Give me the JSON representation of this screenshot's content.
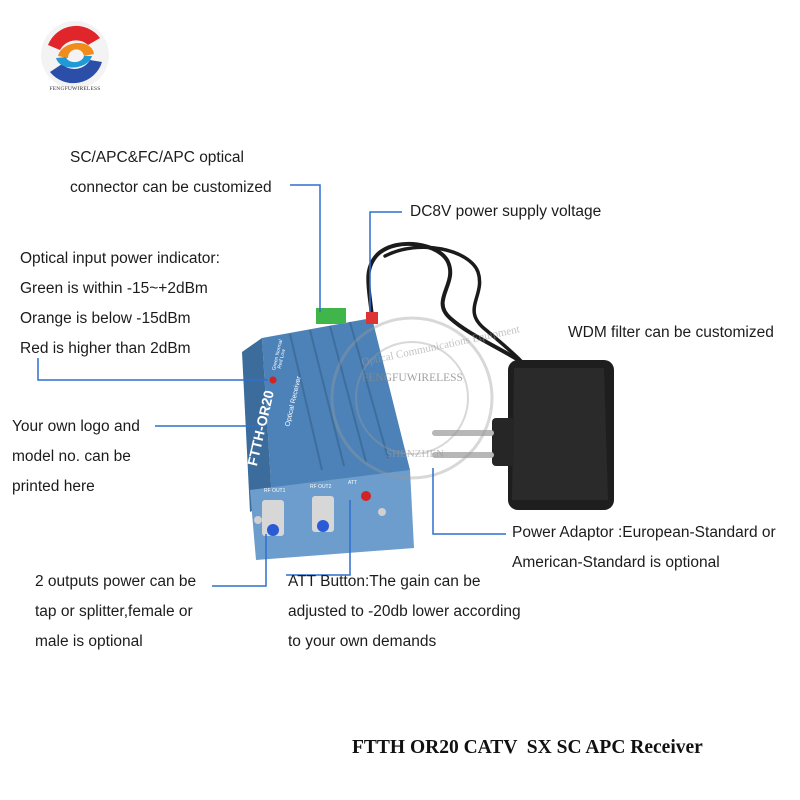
{
  "brand": {
    "logo_text": "FENGFUWIRELESS"
  },
  "watermark": {
    "center_text": "FENGFUWIRELESS",
    "ring_text": "Optical Communications Equipment",
    "bottom_text": "SHENZHEN"
  },
  "device": {
    "model_label": "FTTH-OR20",
    "sub_label": "Optical Receiver",
    "indicator_label_1": "Green Normal",
    "indicator_label_2": "Red Low",
    "port_label_1": "RF OUT1",
    "port_label_2": "RF OUT2",
    "att_label": "ATT"
  },
  "callouts": {
    "connector": [
      "SC/APC&FC/APC optical",
      "connector can be customized"
    ],
    "power_supply": [
      "DC8V power supply voltage"
    ],
    "indicator": [
      "Optical input power indicator:",
      "Green is within -15~+2dBm",
      "Orange is below -15dBm",
      "Red is higher than 2dBm"
    ],
    "wdm": [
      "WDM filter can be customized"
    ],
    "logo": [
      "Your own logo and",
      "model no. can be",
      "printed here"
    ],
    "adaptor": [
      "Power Adaptor :European-Standard or",
      "American-Standard is optional"
    ],
    "outputs": [
      "2 outputs power can be",
      "tap or splitter,female or",
      "male is optional"
    ],
    "att": [
      "ATT Button:The gain can be",
      "adjusted to -20db lower according",
      "to your own demands"
    ]
  },
  "caption": "FTTH OR20 CATV  SX SC APC Receiver",
  "colors": {
    "leader_line": "#2f6fd1",
    "device_body": "#5a8fc4",
    "logo_red": "#e0262a",
    "logo_blue": "#2b4fa8",
    "indicator_green": "#3fb54a"
  }
}
